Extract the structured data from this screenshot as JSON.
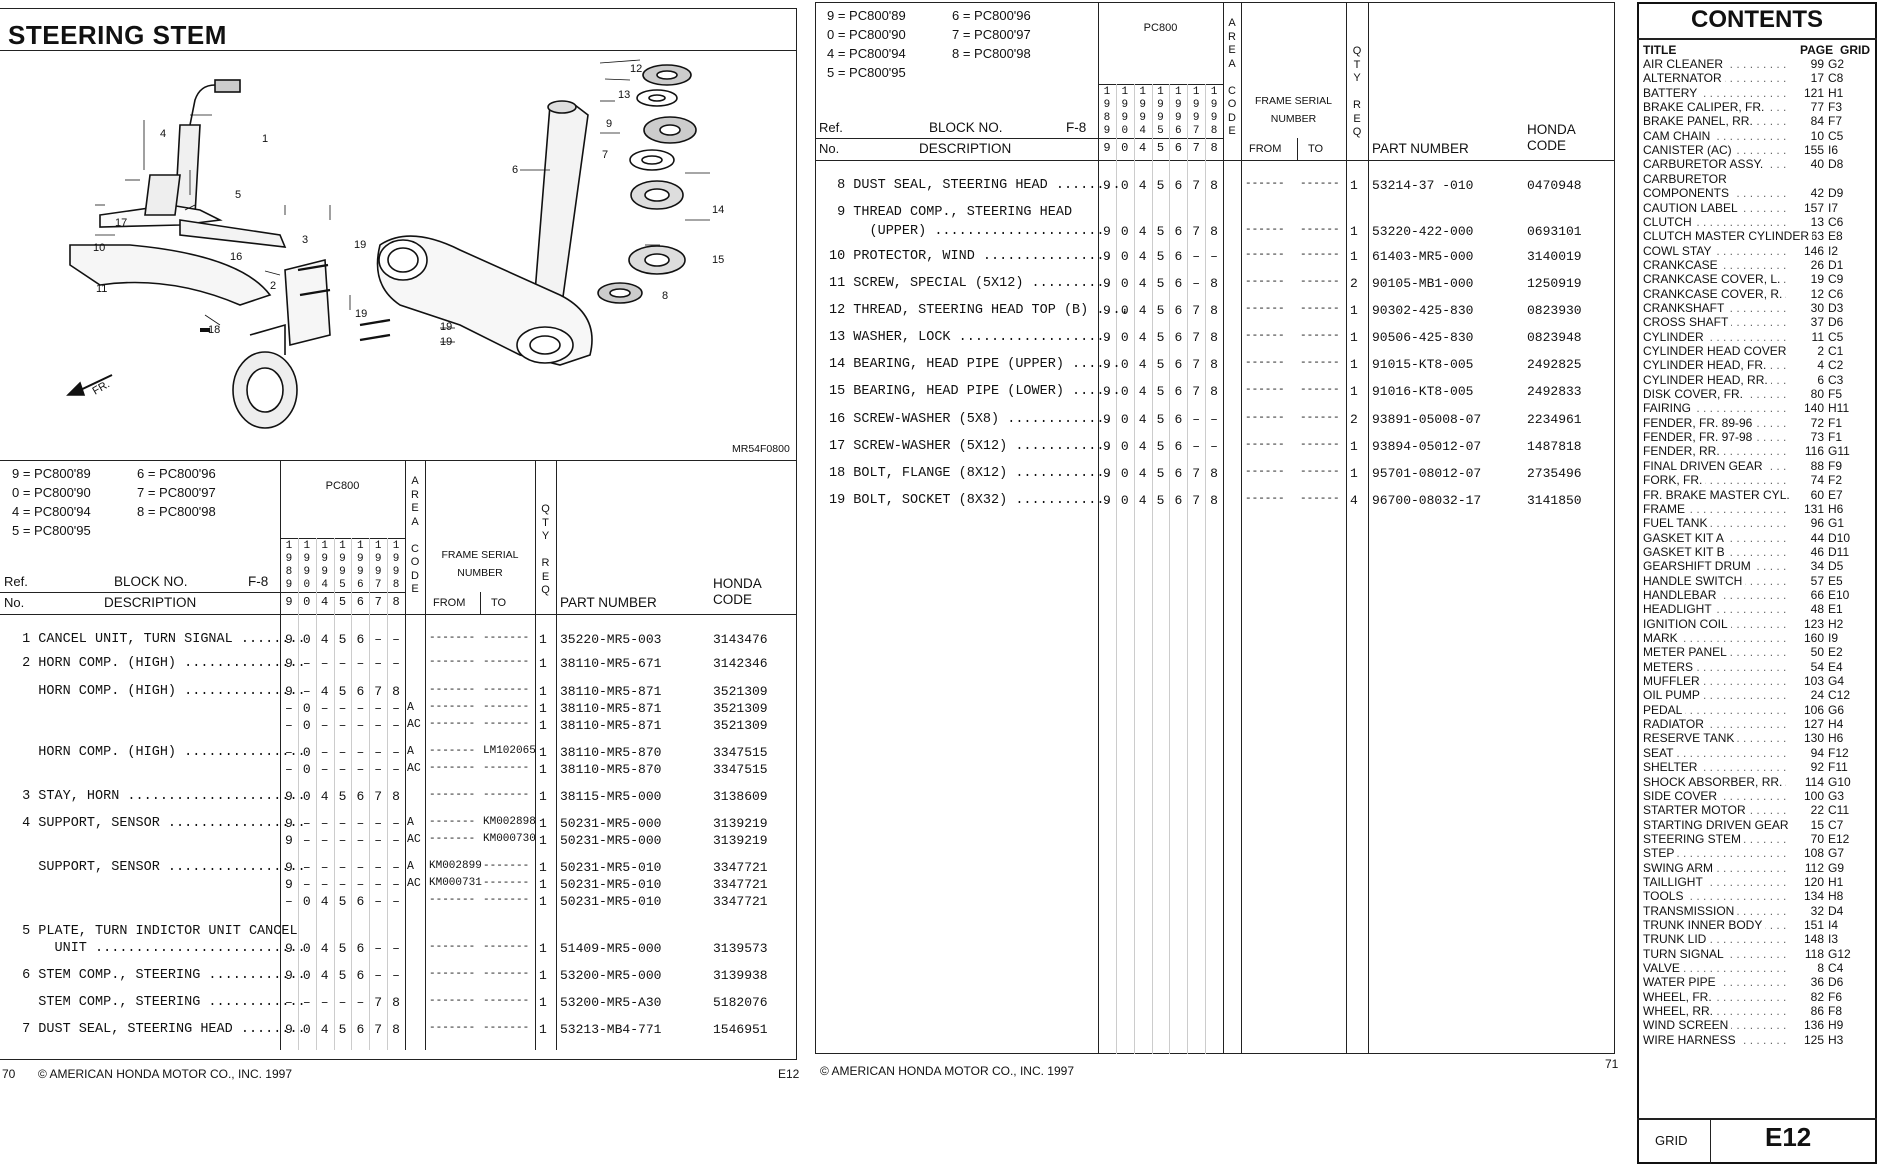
{
  "left_page": {
    "title": "STEERING STEM",
    "diagram_code": "MR54F0800",
    "footer_page": "70",
    "footer_copyright": "© AMERICAN HONDA MOTOR CO., INC. 1997",
    "footer_grid": "E12",
    "legend": [
      "9 = PC800'89",
      "0 = PC800'90",
      "4 = PC800'94",
      "5 = PC800'95",
      "6 = PC800'96",
      "7 = PC800'97",
      "8 = PC800'98"
    ],
    "callouts": [
      "12",
      "13",
      "9",
      "7",
      "14",
      "15",
      "8",
      "6",
      "1",
      "4",
      "5",
      "17",
      "16",
      "10",
      "11",
      "3",
      "19",
      "2",
      "19",
      "18",
      "19",
      "19"
    ],
    "arrow_label": "FR."
  },
  "header": {
    "model_group": "PC800",
    "area_code": [
      "A",
      "R",
      "E",
      "A",
      "",
      "C",
      "O",
      "D",
      "E"
    ],
    "qty_req": [
      "Q",
      "T",
      "Y",
      "",
      "R",
      "E",
      "Q"
    ],
    "frame_serial": "FRAME SERIAL NUMBER",
    "from": "FROM",
    "to": "TO",
    "ref": "Ref.",
    "no": "No.",
    "block_no": "BLOCK NO.",
    "block_val": "F-8",
    "description": "DESCRIPTION",
    "part_number": "PART NUMBER",
    "honda_code": "HONDA CODE",
    "model_cols_top": [
      "1",
      "1",
      "1",
      "1",
      "1",
      "1",
      "1"
    ],
    "model_cols_mid1": [
      "9",
      "9",
      "9",
      "9",
      "9",
      "9",
      "9"
    ],
    "model_cols_mid2": [
      "8",
      "9",
      "9",
      "9",
      "9",
      "9",
      "9"
    ],
    "model_cols_mid3": [
      "9",
      "0",
      "4",
      "5",
      "6",
      "7",
      "8"
    ],
    "model_cols_bottom": [
      "9",
      "0",
      "4",
      "5",
      "6",
      "7",
      "8"
    ]
  },
  "left_rows": [
    {
      "desc": " 1 CANCEL UNIT, TURN SIGNAL ........",
      "codes": "9 0 4 5 6 - -",
      "area": "",
      "from": "-------",
      "to": "-------",
      "qty": "1",
      "part": "35220-MR5-003",
      "hcode": "3143476"
    },
    {
      "desc": " 2 HORN COMP. (HIGH) ...............",
      "codes": "9 - - - - - -",
      "area": "",
      "from": "-------",
      "to": "-------",
      "qty": "1",
      "part": "38110-MR5-671",
      "hcode": "3142346"
    },
    {
      "desc": "   HORN COMP. (HIGH) ...............",
      "codes": "9 - 4 5 6 7 8",
      "area": "",
      "from": "-------",
      "to": "-------",
      "qty": "1",
      "part": "38110-MR5-871",
      "hcode": "3521309"
    },
    {
      "desc": "",
      "codes": "- 0 - - - - -",
      "area": "A",
      "from": "-------",
      "to": "-------",
      "qty": "1",
      "part": "38110-MR5-871",
      "hcode": "3521309"
    },
    {
      "desc": "",
      "codes": "- 0 - - - - -",
      "area": "AC",
      "from": "-------",
      "to": "-------",
      "qty": "1",
      "part": "38110-MR5-871",
      "hcode": "3521309"
    },
    {
      "desc": "   HORN COMP. (HIGH) ...............",
      "codes": "- 0 - - - - -",
      "area": "A",
      "from": "-------",
      "to": "LM102065",
      "qty": "1",
      "part": "38110-MR5-870",
      "hcode": "3347515"
    },
    {
      "desc": "",
      "codes": "- 0 - - - - -",
      "area": "AC",
      "from": "-------",
      "to": "-------",
      "qty": "1",
      "part": "38110-MR5-870",
      "hcode": "3347515"
    },
    {
      "desc": " 3 STAY, HORN ......................",
      "codes": "9 0 4 5 6 7 8",
      "area": "",
      "from": "-------",
      "to": "-------",
      "qty": "1",
      "part": "38115-MR5-000",
      "hcode": "3138609"
    },
    {
      "desc": " 4 SUPPORT, SENSOR .................",
      "codes": "9 - - - - - -",
      "area": "A",
      "from": "-------",
      "to": "KM002898",
      "qty": "1",
      "part": "50231-MR5-000",
      "hcode": "3139219"
    },
    {
      "desc": "",
      "codes": "9 - - - - - -",
      "area": "AC",
      "from": "-------",
      "to": "KM000730",
      "qty": "1",
      "part": "50231-MR5-000",
      "hcode": "3139219"
    },
    {
      "desc": "   SUPPORT, SENSOR .................",
      "codes": "9 - - - - - -",
      "area": "A",
      "from": "KM002899",
      "to": "-------",
      "qty": "1",
      "part": "50231-MR5-010",
      "hcode": "3347721"
    },
    {
      "desc": "",
      "codes": "9 - - - - - -",
      "area": "AC",
      "from": "KM000731",
      "to": "-------",
      "qty": "1",
      "part": "50231-MR5-010",
      "hcode": "3347721"
    },
    {
      "desc": "",
      "codes": "- 0 4 5 6 - -",
      "area": "",
      "from": "-------",
      "to": "-------",
      "qty": "1",
      "part": "50231-MR5-010",
      "hcode": "3347721"
    },
    {
      "desc": " 5 PLATE, TURN INDICTOR UNIT CANCEL",
      "codes": "",
      "area": "",
      "from": "",
      "to": "",
      "qty": "",
      "part": "",
      "hcode": ""
    },
    {
      "desc": "     UNIT ..........................",
      "codes": "9 0 4 5 6 - -",
      "area": "",
      "from": "-------",
      "to": "-------",
      "qty": "1",
      "part": "51409-MR5-000",
      "hcode": "3139573"
    },
    {
      "desc": " 6 STEM COMP., STEERING ............",
      "codes": "9 0 4 5 6 - -",
      "area": "",
      "from": "-------",
      "to": "-------",
      "qty": "1",
      "part": "53200-MR5-000",
      "hcode": "3139938"
    },
    {
      "desc": "   STEM COMP., STEERING ............",
      "codes": "- - - - - 7 8",
      "area": "",
      "from": "-------",
      "to": "-------",
      "qty": "1",
      "part": "53200-MR5-A30",
      "hcode": "5182076"
    },
    {
      "desc": " 7 DUST SEAL, STEERING HEAD ........",
      "codes": "9 0 4 5 6 7 8",
      "area": "",
      "from": "-------",
      "to": "-------",
      "qty": "1",
      "part": "53213-MB4-771",
      "hcode": "1546951"
    }
  ],
  "right_page": {
    "footer_copyright": "© AMERICAN HONDA MOTOR CO., INC. 1997",
    "footer_page": "71"
  },
  "right_rows": [
    {
      "desc": " 8 DUST SEAL, STEERING HEAD ........",
      "codes": "9 0 4 5 6 7 8",
      "area": "",
      "from": "------",
      "to": "------",
      "qty": "1",
      "part": "53214-37 -010",
      "hcode": "0470948"
    },
    {
      "desc": " 9 THREAD COMP., STEERING HEAD",
      "codes": "",
      "area": "",
      "from": "",
      "to": "",
      "qty": "",
      "part": "",
      "hcode": ""
    },
    {
      "desc": "     (UPPER) .....................",
      "codes": "9 0 4 5 6 7 8",
      "area": "",
      "from": "------",
      "to": "------",
      "qty": "1",
      "part": "53220-422-000",
      "hcode": "0693101"
    },
    {
      "desc": "10 PROTECTOR, WIND ................",
      "codes": "9 0 4 5 6 - -",
      "area": "",
      "from": "------",
      "to": "------",
      "qty": "1",
      "part": "61403-MR5-000",
      "hcode": "3140019"
    },
    {
      "desc": "11 SCREW, SPECIAL (5X12) ..........",
      "codes": "9 0 4 5 6 - 8",
      "area": "",
      "from": "------",
      "to": "------",
      "qty": "2",
      "part": "90105-MB1-000",
      "hcode": "1250919"
    },
    {
      "desc": "12 THREAD, STEERING HEAD TOP (B) ....",
      "codes": "9 0 4 5 6 7 8",
      "area": "",
      "from": "------",
      "to": "------",
      "qty": "1",
      "part": "90302-425-830",
      "hcode": "0823930"
    },
    {
      "desc": "13 WASHER, LOCK ...................",
      "codes": "9 0 4 5 6 7 8",
      "area": "",
      "from": "------",
      "to": "------",
      "qty": "1",
      "part": "90506-425-830",
      "hcode": "0823948"
    },
    {
      "desc": "14 BEARING, HEAD PIPE (UPPER) ......",
      "codes": "9 0 4 5 6 7 8",
      "area": "",
      "from": "------",
      "to": "------",
      "qty": "1",
      "part": "91015-KT8-005",
      "hcode": "2492825"
    },
    {
      "desc": "15 BEARING, HEAD PIPE (LOWER) ......",
      "codes": "9 0 4 5 6 7 8",
      "area": "",
      "from": "------",
      "to": "------",
      "qty": "1",
      "part": "91016-KT8-005",
      "hcode": "2492833"
    },
    {
      "desc": "16 SCREW-WASHER (5X8) .............",
      "codes": "9 0 4 5 6 - -",
      "area": "",
      "from": "------",
      "to": "------",
      "qty": "2",
      "part": "93891-05008-07",
      "hcode": "2234961"
    },
    {
      "desc": "17 SCREW-WASHER (5X12) ............",
      "codes": "9 0 4 5 6 - -",
      "area": "",
      "from": "------",
      "to": "------",
      "qty": "1",
      "part": "93894-05012-07",
      "hcode": "1487818"
    },
    {
      "desc": "18 BOLT, FLANGE (8X12) ............",
      "codes": "9 0 4 5 6 7 8",
      "area": "",
      "from": "------",
      "to": "------",
      "qty": "1",
      "part": "95701-08012-07",
      "hcode": "2735496"
    },
    {
      "desc": "19 BOLT, SOCKET (8X32) ............",
      "codes": "9 0 4 5 6 7 8",
      "area": "",
      "from": "------",
      "to": "------",
      "qty": "4",
      "part": "96700-08032-17",
      "hcode": "3141850"
    }
  ],
  "contents": {
    "title": "CONTENTS",
    "col_title": "TITLE",
    "col_page": "PAGE",
    "col_grid": "GRID",
    "grid_label": "GRID",
    "grid_value": "E12",
    "items": [
      [
        "AIR CLEANER",
        "99",
        "G2"
      ],
      [
        "ALTERNATOR",
        "17",
        "C8"
      ],
      [
        "BATTERY",
        "121",
        "H1"
      ],
      [
        "BRAKE CALIPER, FR.",
        "77",
        "F3"
      ],
      [
        "BRAKE PANEL, RR.",
        "84",
        "F7"
      ],
      [
        "CAM CHAIN",
        "10",
        "C5"
      ],
      [
        "CANISTER (AC)",
        "155",
        "I6"
      ],
      [
        "CARBURETOR ASSY.",
        "40",
        "D8"
      ],
      [
        "CARBURETOR",
        "",
        ""
      ],
      [
        "COMPONENTS",
        "42",
        "D9"
      ],
      [
        "CAUTION LABEL",
        "157",
        "I7"
      ],
      [
        "CLUTCH",
        "13",
        "C6"
      ],
      [
        "CLUTCH MASTER CYLINDER",
        "63",
        "E8"
      ],
      [
        "COWL STAY",
        "146",
        "I2"
      ],
      [
        "CRANKCASE",
        "26",
        "D1"
      ],
      [
        "CRANKCASE COVER, L.",
        "19",
        "C9"
      ],
      [
        "CRANKCASE COVER, R.",
        "12",
        "C6"
      ],
      [
        "CRANKSHAFT",
        "30",
        "D3"
      ],
      [
        "CROSS SHAFT",
        "37",
        "D6"
      ],
      [
        "CYLINDER",
        "11",
        "C5"
      ],
      [
        "CYLINDER HEAD COVER",
        "2",
        "C1"
      ],
      [
        "CYLINDER HEAD, FR.",
        "4",
        "C2"
      ],
      [
        "CYLINDER HEAD, RR.",
        "6",
        "C3"
      ],
      [
        "DISK COVER, FR.",
        "80",
        "F5"
      ],
      [
        "FAIRING",
        "140",
        "H11"
      ],
      [
        "FENDER, FR. 89-96",
        "72",
        "F1"
      ],
      [
        "FENDER, FR. 97-98",
        "73",
        "F1"
      ],
      [
        "FENDER, RR.",
        "116",
        "G11"
      ],
      [
        "FINAL DRIVEN GEAR",
        "88",
        "F9"
      ],
      [
        "FORK, FR.",
        "74",
        "F2"
      ],
      [
        "FR. BRAKE MASTER CYL.",
        "60",
        "E7"
      ],
      [
        "FRAME",
        "131",
        "H6"
      ],
      [
        "FUEL TANK",
        "96",
        "G1"
      ],
      [
        "GASKET KIT A",
        "44",
        "D10"
      ],
      [
        "GASKET KIT B",
        "46",
        "D11"
      ],
      [
        "GEARSHIFT DRUM",
        "34",
        "D5"
      ],
      [
        "HANDLE SWITCH",
        "57",
        "E5"
      ],
      [
        "HANDLEBAR",
        "66",
        "E10"
      ],
      [
        "HEADLIGHT",
        "48",
        "E1"
      ],
      [
        "IGNITION COIL",
        "123",
        "H2"
      ],
      [
        "MARK",
        "160",
        "I9"
      ],
      [
        "METER PANEL",
        "50",
        "E2"
      ],
      [
        "METERS",
        "54",
        "E4"
      ],
      [
        "MUFFLER",
        "103",
        "G4"
      ],
      [
        "OIL PUMP",
        "24",
        "C12"
      ],
      [
        "PEDAL",
        "106",
        "G6"
      ],
      [
        "RADIATOR",
        "127",
        "H4"
      ],
      [
        "RESERVE TANK",
        "130",
        "H6"
      ],
      [
        "SEAT",
        "94",
        "F12"
      ],
      [
        "SHELTER",
        "92",
        "F11"
      ],
      [
        "SHOCK ABSORBER, RR.",
        "114",
        "G10"
      ],
      [
        "SIDE COVER",
        "100",
        "G3"
      ],
      [
        "STARTER MOTOR",
        "22",
        "C11"
      ],
      [
        "STARTING DRIVEN GEAR",
        "15",
        "C7"
      ],
      [
        "STEERING STEM",
        "70",
        "E12"
      ],
      [
        "STEP",
        "108",
        "G7"
      ],
      [
        "SWING ARM",
        "112",
        "G9"
      ],
      [
        "TAILLIGHT",
        "120",
        "H1"
      ],
      [
        "TOOLS",
        "134",
        "H8"
      ],
      [
        "TRANSMISSION",
        "32",
        "D4"
      ],
      [
        "TRUNK INNER BODY",
        "151",
        "I4"
      ],
      [
        "TRUNK LID",
        "148",
        "I3"
      ],
      [
        "TURN SIGNAL",
        "118",
        "G12"
      ],
      [
        "VALVE",
        "8",
        "C4"
      ],
      [
        "WATER PIPE",
        "36",
        "D6"
      ],
      [
        "WHEEL, FR.",
        "82",
        "F6"
      ],
      [
        "WHEEL, RR.",
        "86",
        "F8"
      ],
      [
        "WIND SCREEN",
        "136",
        "H9"
      ],
      [
        "WIRE HARNESS",
        "125",
        "H3"
      ]
    ]
  }
}
